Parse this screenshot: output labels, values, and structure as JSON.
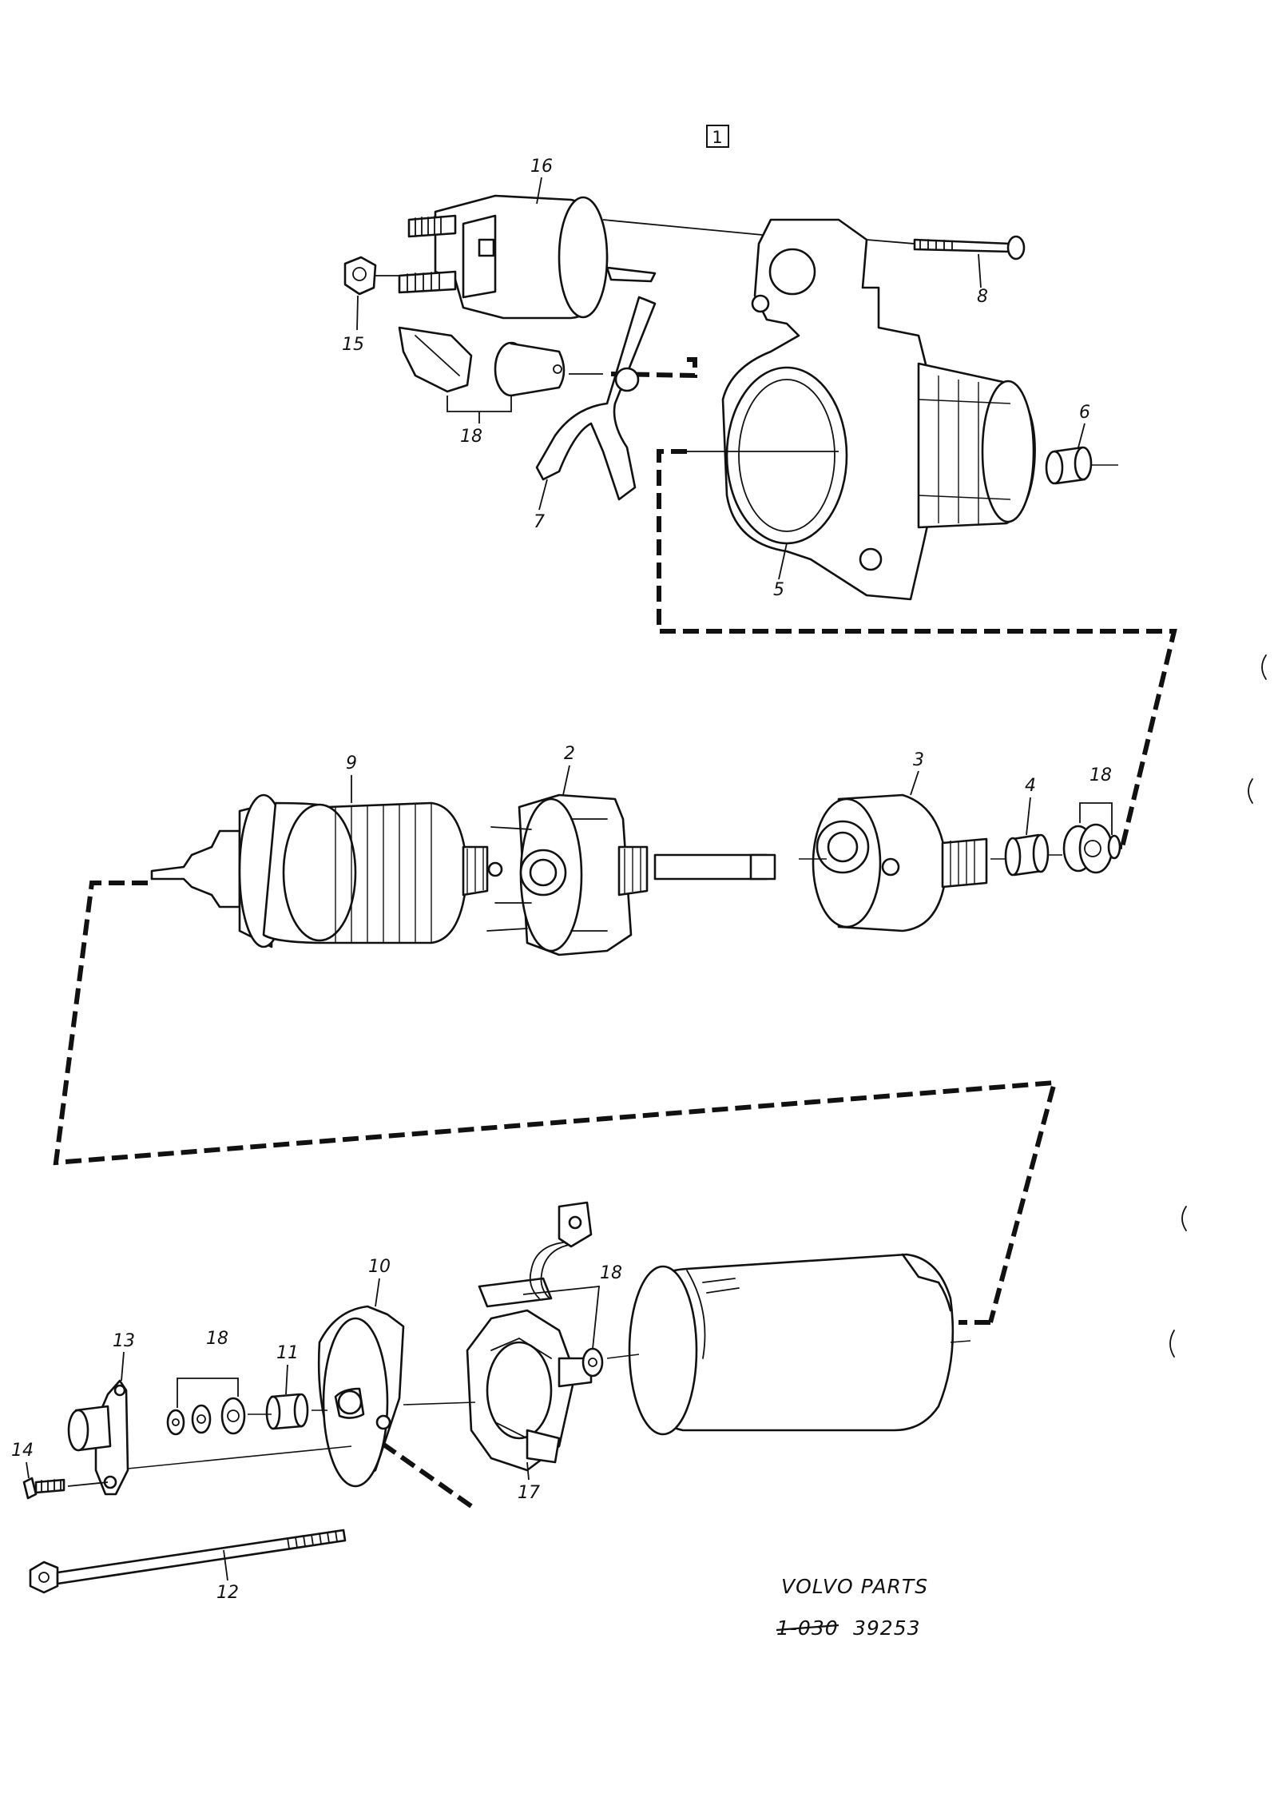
{
  "figure_box": "1",
  "brand_line": "VOLVO PARTS",
  "doc_old": "1-030",
  "doc_id": "39253",
  "callouts": [
    "16",
    "15",
    "18",
    "7",
    "5",
    "6",
    "8",
    "9",
    "2",
    "3",
    "4",
    "18",
    "10",
    "13",
    "18",
    "11",
    "14",
    "12",
    "17",
    "18"
  ]
}
